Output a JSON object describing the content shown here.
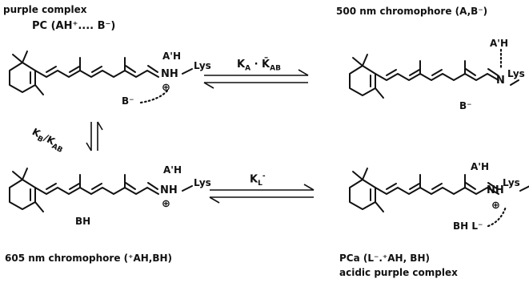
{
  "top_left": {
    "title": "purple complex",
    "subtitle": "PC (AH⁺.... B⁻)",
    "a_h": "A'H",
    "nh": "NH",
    "lys": "Lys",
    "plus": "⊕",
    "counter": "B⁻"
  },
  "top_right": {
    "title": "500 nm chromophore (A,B⁻)",
    "a_h": "A'H",
    "n": "N",
    "lys": "Lys",
    "counter": "B⁻"
  },
  "bottom_left": {
    "a_h": "A'H",
    "nh": "NH",
    "lys": "Lys",
    "plus": "⊕",
    "bh": "BH",
    "caption": "605 nm chromophore (⁺AH,BH)"
  },
  "bottom_right": {
    "a_h": "A'H",
    "nh": "NH",
    "lys": "Lys",
    "plus": "⊕",
    "bh_l": "BH L⁻",
    "caption_line1": "PCa (L⁻.⁺AH, BH)",
    "caption_line2": "acidic purple complex"
  },
  "equilibria": {
    "top_label": "K_A · K̄_AB",
    "bottom_label": "K_L⁻",
    "left_label": "K_B/K_AB"
  }
}
